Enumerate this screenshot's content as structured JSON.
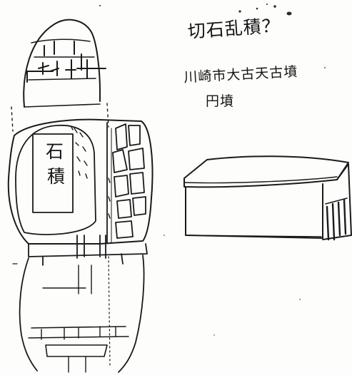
{
  "notes": {
    "question": "切石乱積？",
    "location": "川崎市大古天古墳",
    "tomb": "円墳"
  },
  "stone_marking": {
    "line1": "石",
    "line2": "積"
  },
  "colors": {
    "paper": "#fdfdfc",
    "ink": "#1a1a1a"
  }
}
